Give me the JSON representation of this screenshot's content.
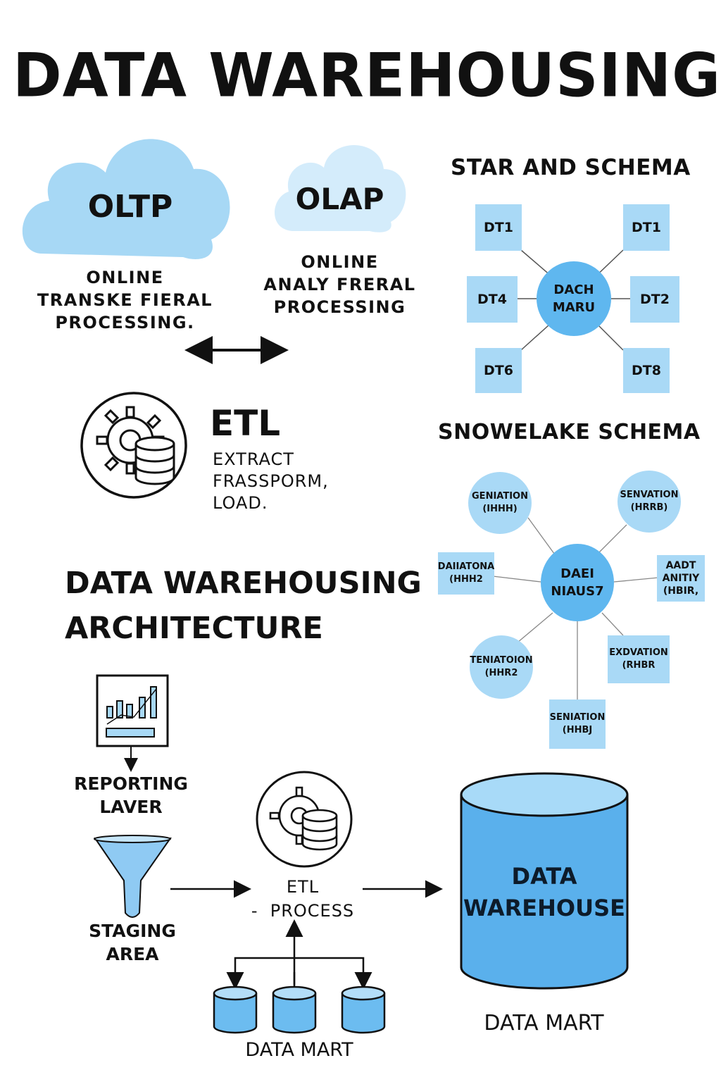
{
  "title": "DATA WAREHOUSING",
  "oltp": {
    "label": "OLTP",
    "desc": [
      "ONLINE",
      "TRANSKE FIERAL",
      "PROCESSING."
    ]
  },
  "olap": {
    "label": "OLAP",
    "desc": [
      "ONLINE",
      "ANALY FRERAL",
      "PROCESSING"
    ]
  },
  "etl": {
    "label": "ETL",
    "desc": [
      "EXTRACT",
      "FRASSPORM,",
      "LOAD."
    ]
  },
  "star_schema": {
    "heading": "STAR AND SCHEMA",
    "center": [
      "DACH",
      "MARU"
    ],
    "dims": [
      "DT1",
      "DT1",
      "DT4",
      "DT2",
      "DT6",
      "DT8"
    ]
  },
  "snowflake_schema": {
    "heading": "SNOWELAKE SCHEMA",
    "center": [
      "DAEI",
      "NIAUS7"
    ],
    "nodes": [
      [
        "GENIATION",
        "(IHHH)"
      ],
      [
        "SENVATION",
        "(HRRB)"
      ],
      [
        "DAIIATONA",
        "(HHH2"
      ],
      [
        "AADT",
        "ANITIY",
        "(HBIR,"
      ],
      [
        "TENIATOION",
        "(HHR2"
      ],
      [
        "EXDVATION",
        "(RHBR"
      ],
      [
        "SENIATION",
        "(HHBJ"
      ]
    ]
  },
  "architecture": {
    "heading": [
      "DATA WAREHOUSING",
      "ARCHITECTURE"
    ],
    "reporting": [
      "REPORTING",
      "LAVER"
    ],
    "staging": [
      "STAGING",
      "AREA"
    ],
    "etl_process": [
      "ETL",
      "-  PROCESS"
    ],
    "data_warehouse": [
      "DATA",
      "WAREHOUSE"
    ],
    "data_mart_bottom": "DATA MART",
    "data_mart_right": "DATA MART"
  },
  "colors": {
    "light_blue": "#a7d8f5",
    "pale_blue": "#d4ecfb",
    "box_blue": "#a9d9f6",
    "mid_blue": "#5fb7ef",
    "warehouse_blue": "#5ab0ec",
    "dark": "#111111"
  }
}
